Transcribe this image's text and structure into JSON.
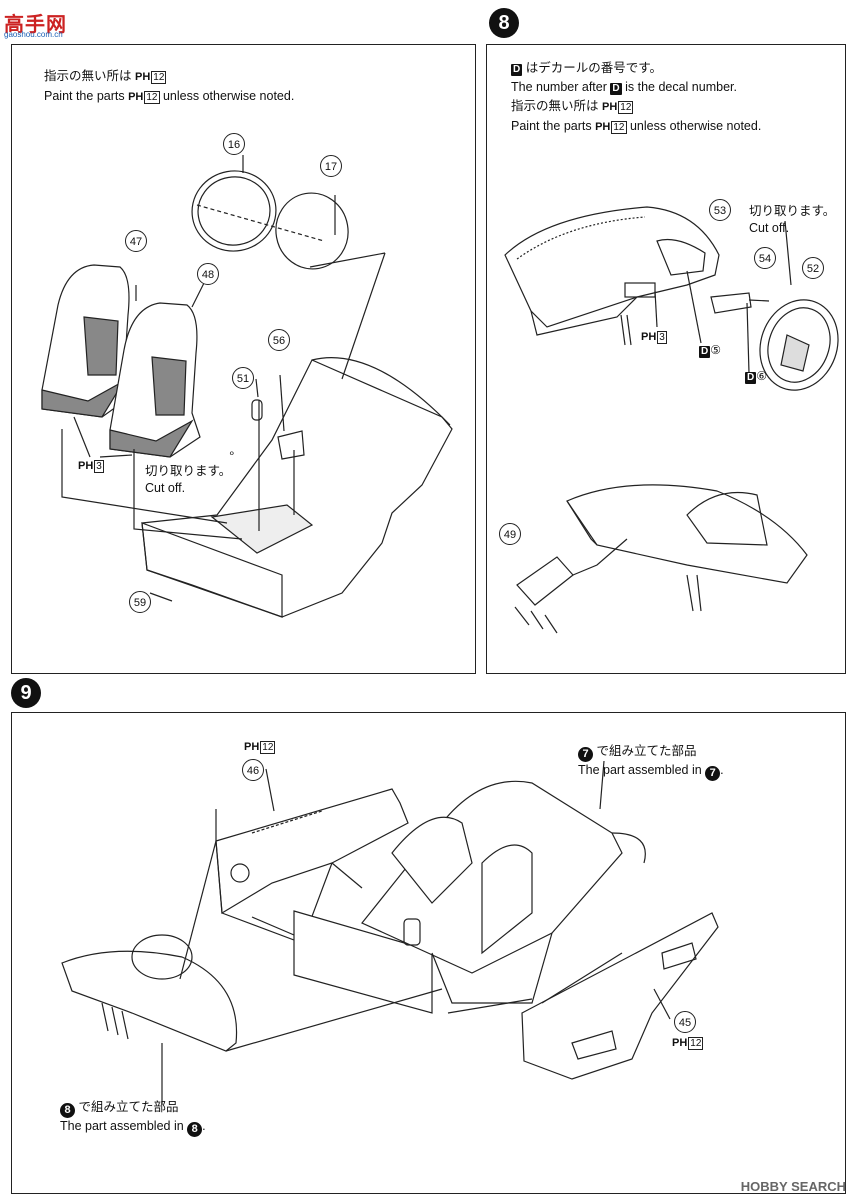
{
  "watermark": {
    "site_cn": "高手网",
    "site_url": "gaoshou.com.cn",
    "hobby_search": "HOBBY SEARCH"
  },
  "step7": {
    "note_jp": "指示の無い所は",
    "note_en": "Paint the parts",
    "note_en_tail": "unless otherwise noted.",
    "paint_code": "12",
    "seat_paint_code": "3",
    "parts": [
      "16",
      "17",
      "47",
      "48",
      "56",
      "51",
      "59"
    ],
    "cut_jp": "切り取ります。",
    "cut_en": "Cut off."
  },
  "step8": {
    "badge": "8",
    "decal_jp": "はデカールの番号です。",
    "decal_en_pre": "The number after",
    "decal_en_post": "is the decal number.",
    "note_jp": "指示の無い所は",
    "note_en": "Paint the parts",
    "note_en_tail": "unless otherwise noted.",
    "paint_code": "12",
    "panel_paint_code": "3",
    "parts": [
      "53",
      "54",
      "52",
      "49"
    ],
    "cut_jp": "切り取ります。",
    "cut_en": "Cut off.",
    "decal_5": "⑤",
    "decal_6": "⑥",
    "d_letter": "D"
  },
  "step9": {
    "badge": "9",
    "parts": [
      "46",
      "45"
    ],
    "paint_code": "12",
    "assembled7_jp": "で組み立てた部品",
    "assembled7_en": "The part assembled in",
    "assembled8_jp": "で組み立てた部品",
    "assembled8_en": "The part assembled in",
    "step7_ref": "7",
    "step8_ref": "8"
  },
  "ph_label": "PH"
}
